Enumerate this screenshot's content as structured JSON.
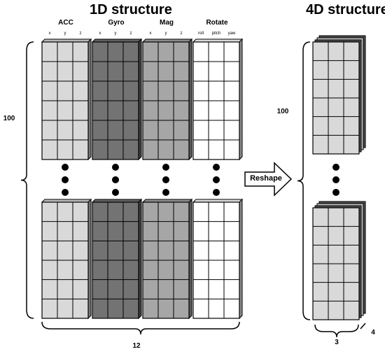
{
  "titles": {
    "left": "1D structure",
    "right": "4D structure"
  },
  "groups": [
    {
      "name": "ACC",
      "axes": [
        "x",
        "y",
        "z"
      ],
      "fill": "#d9d9d9"
    },
    {
      "name": "Gyro",
      "axes": [
        "x",
        "y",
        "z"
      ],
      "fill": "#737373"
    },
    {
      "name": "Mag",
      "axes": [
        "x",
        "y",
        "z"
      ],
      "fill": "#a6a6a6"
    },
    {
      "name": "Rotate",
      "axes": [
        "roll",
        "pitch",
        "yaw"
      ],
      "fill": "#ffffff"
    }
  ],
  "dims": {
    "left_rows": "100",
    "left_cols": "12",
    "right_rows": "100",
    "right_cols": "3",
    "right_depth": "4"
  },
  "arrow": {
    "label": "Reshape"
  },
  "colors": {
    "stroke": "#000000",
    "cube_fill": "#d9d9d9",
    "side_dark": "#4d4d4d"
  }
}
